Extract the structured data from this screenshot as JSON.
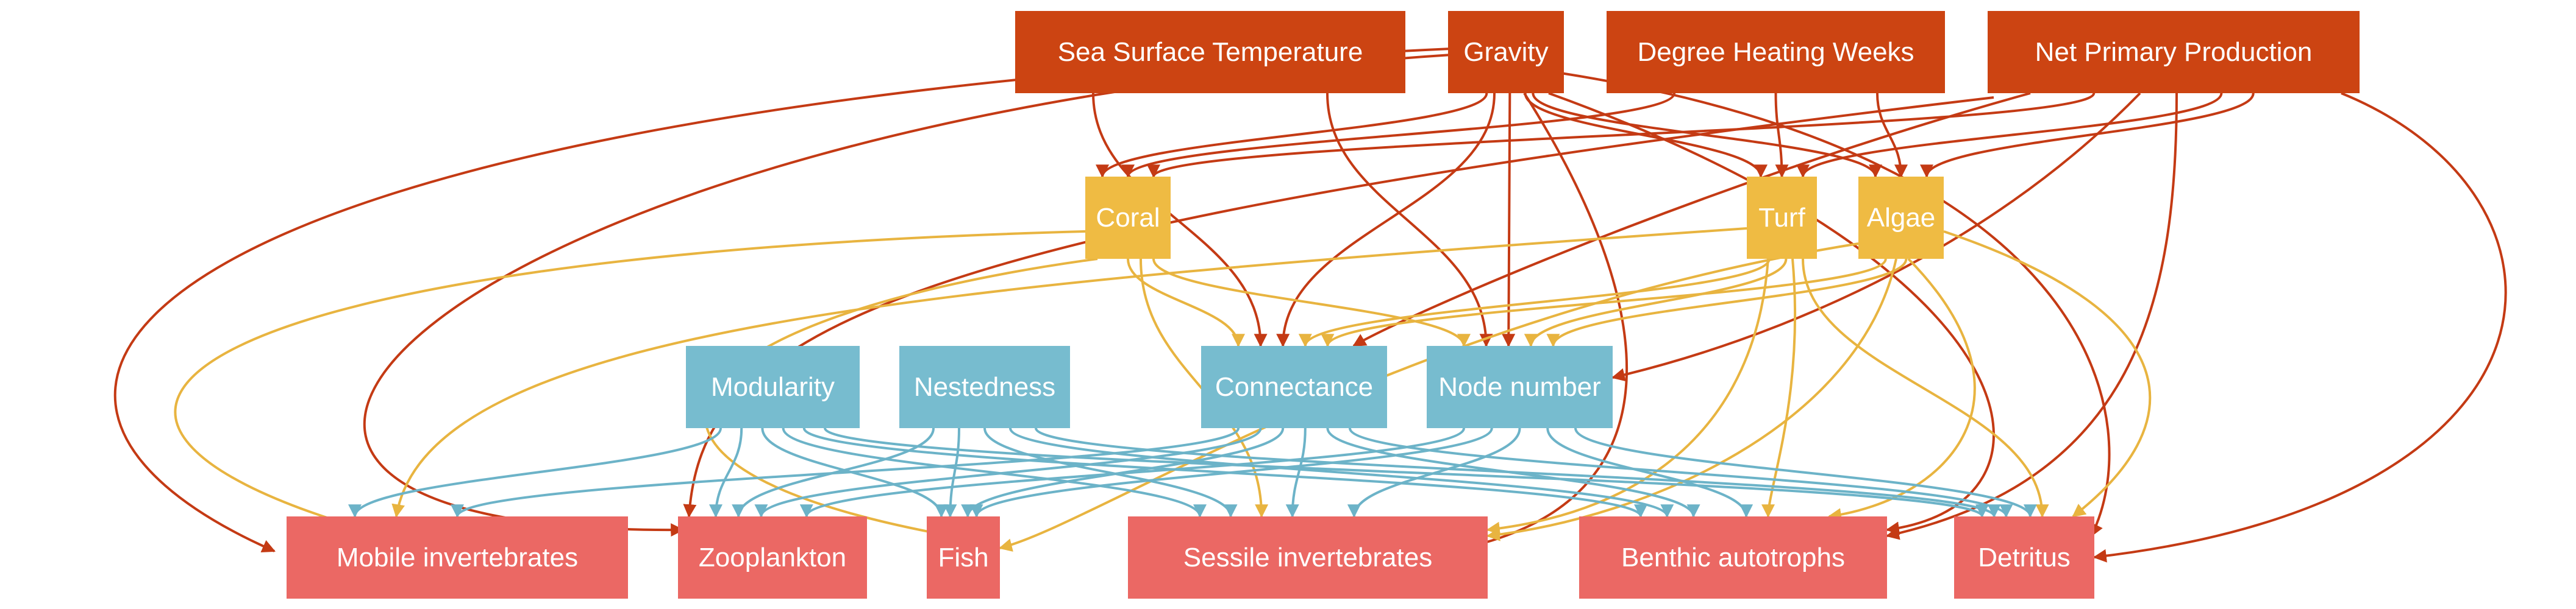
{
  "colors": {
    "driver": "#cc4412",
    "habitat": "#efbb43",
    "metric": "#77bccf",
    "group": "#eb6864",
    "driver_edge": "#c43a14",
    "habitat_edge": "#e8b440",
    "metric_edge": "#6cb3c8",
    "label": "#ffffff",
    "background": "#ffffff"
  },
  "nodes": {
    "sst": {
      "label": "Sea Surface Temperature",
      "kind": "driver"
    },
    "gravity": {
      "label": "Gravity",
      "kind": "driver"
    },
    "dhw": {
      "label": "Degree Heating Weeks",
      "kind": "driver"
    },
    "npp": {
      "label": "Net Primary Production",
      "kind": "driver"
    },
    "coral": {
      "label": "Coral",
      "kind": "habitat"
    },
    "turf": {
      "label": "Turf",
      "kind": "habitat"
    },
    "algae": {
      "label": "Algae",
      "kind": "habitat"
    },
    "modularity": {
      "label": "Modularity",
      "kind": "metric"
    },
    "nestedness": {
      "label": "Nestedness",
      "kind": "metric"
    },
    "connectance": {
      "label": "Connectance",
      "kind": "metric"
    },
    "nodenumber": {
      "label": "Node number",
      "kind": "metric"
    },
    "mobile": {
      "label": "Mobile invertebrates",
      "kind": "group"
    },
    "zooplankton": {
      "label": "Zooplankton",
      "kind": "group"
    },
    "fish": {
      "label": "Fish",
      "kind": "group"
    },
    "sessile": {
      "label": "Sessile invertebrates",
      "kind": "group"
    },
    "benthic": {
      "label": "Benthic autotrophs",
      "kind": "group"
    },
    "detritus": {
      "label": "Detritus",
      "kind": "group"
    }
  },
  "edges": [
    {
      "from": "sst",
      "to": "connectance"
    },
    {
      "from": "sst",
      "to": "nodenumber"
    },
    {
      "from": "gravity",
      "to": "coral"
    },
    {
      "from": "gravity",
      "to": "turf"
    },
    {
      "from": "gravity",
      "to": "algae"
    },
    {
      "from": "gravity",
      "to": "connectance"
    },
    {
      "from": "gravity",
      "to": "nodenumber"
    },
    {
      "from": "gravity",
      "to": "mobile"
    },
    {
      "from": "gravity",
      "to": "zooplankton"
    },
    {
      "from": "gravity",
      "to": "sessile"
    },
    {
      "from": "gravity",
      "to": "benthic"
    },
    {
      "from": "gravity",
      "to": "detritus"
    },
    {
      "from": "dhw",
      "to": "coral"
    },
    {
      "from": "dhw",
      "to": "turf"
    },
    {
      "from": "dhw",
      "to": "algae"
    },
    {
      "from": "npp",
      "to": "coral"
    },
    {
      "from": "npp",
      "to": "turf"
    },
    {
      "from": "npp",
      "to": "algae"
    },
    {
      "from": "npp",
      "to": "connectance"
    },
    {
      "from": "npp",
      "to": "nodenumber"
    },
    {
      "from": "npp",
      "to": "zooplankton"
    },
    {
      "from": "npp",
      "to": "benthic"
    },
    {
      "from": "npp",
      "to": "detritus"
    },
    {
      "from": "coral",
      "to": "connectance"
    },
    {
      "from": "coral",
      "to": "nodenumber"
    },
    {
      "from": "coral",
      "to": "mobile"
    },
    {
      "from": "coral",
      "to": "fish"
    },
    {
      "from": "coral",
      "to": "sessile"
    },
    {
      "from": "turf",
      "to": "connectance"
    },
    {
      "from": "turf",
      "to": "nodenumber"
    },
    {
      "from": "turf",
      "to": "mobile"
    },
    {
      "from": "turf",
      "to": "sessile"
    },
    {
      "from": "turf",
      "to": "benthic"
    },
    {
      "from": "turf",
      "to": "detritus"
    },
    {
      "from": "algae",
      "to": "connectance"
    },
    {
      "from": "algae",
      "to": "nodenumber"
    },
    {
      "from": "algae",
      "to": "fish"
    },
    {
      "from": "algae",
      "to": "sessile"
    },
    {
      "from": "algae",
      "to": "benthic"
    },
    {
      "from": "algae",
      "to": "detritus"
    },
    {
      "from": "modularity",
      "to": "mobile"
    },
    {
      "from": "modularity",
      "to": "zooplankton"
    },
    {
      "from": "modularity",
      "to": "fish"
    },
    {
      "from": "modularity",
      "to": "sessile"
    },
    {
      "from": "modularity",
      "to": "benthic"
    },
    {
      "from": "modularity",
      "to": "detritus"
    },
    {
      "from": "nestedness",
      "to": "zooplankton"
    },
    {
      "from": "nestedness",
      "to": "fish"
    },
    {
      "from": "nestedness",
      "to": "sessile"
    },
    {
      "from": "nestedness",
      "to": "benthic"
    },
    {
      "from": "nestedness",
      "to": "detritus"
    },
    {
      "from": "connectance",
      "to": "mobile"
    },
    {
      "from": "connectance",
      "to": "zooplankton"
    },
    {
      "from": "connectance",
      "to": "fish"
    },
    {
      "from": "connectance",
      "to": "sessile"
    },
    {
      "from": "connectance",
      "to": "benthic"
    },
    {
      "from": "connectance",
      "to": "detritus"
    },
    {
      "from": "nodenumber",
      "to": "zooplankton"
    },
    {
      "from": "nodenumber",
      "to": "fish"
    },
    {
      "from": "nodenumber",
      "to": "sessile"
    },
    {
      "from": "nodenumber",
      "to": "benthic"
    },
    {
      "from": "nodenumber",
      "to": "detritus"
    }
  ]
}
